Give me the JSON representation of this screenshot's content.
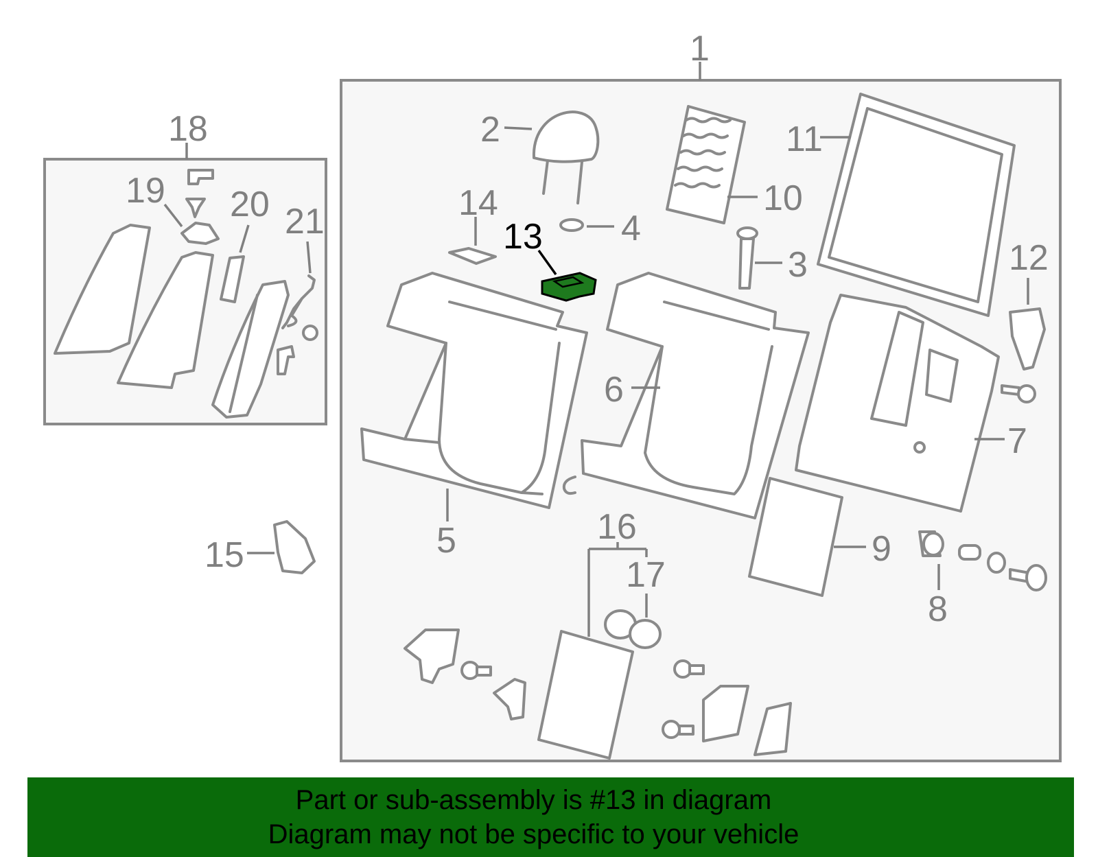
{
  "diagram": {
    "callouts": {
      "c1": "1",
      "c2": "2",
      "c3": "3",
      "c4": "4",
      "c5": "5",
      "c6": "6",
      "c7": "7",
      "c8": "8",
      "c9": "9",
      "c10": "10",
      "c11": "11",
      "c12": "12",
      "c13": "13",
      "c14": "14",
      "c15": "15",
      "c16": "16",
      "c17": "17",
      "c18": "18",
      "c19": "19",
      "c20": "20",
      "c21": "21"
    },
    "highlighted_part": "13",
    "colors": {
      "highlight": "#1e7a1e",
      "line": "#8a8a8a",
      "panel_bg": "#f7f7f7",
      "banner": "#0a6b0a"
    }
  },
  "banner": {
    "line1": "Part or sub-assembly is #13 in diagram",
    "line2": "Diagram may not be specific to your vehicle"
  }
}
